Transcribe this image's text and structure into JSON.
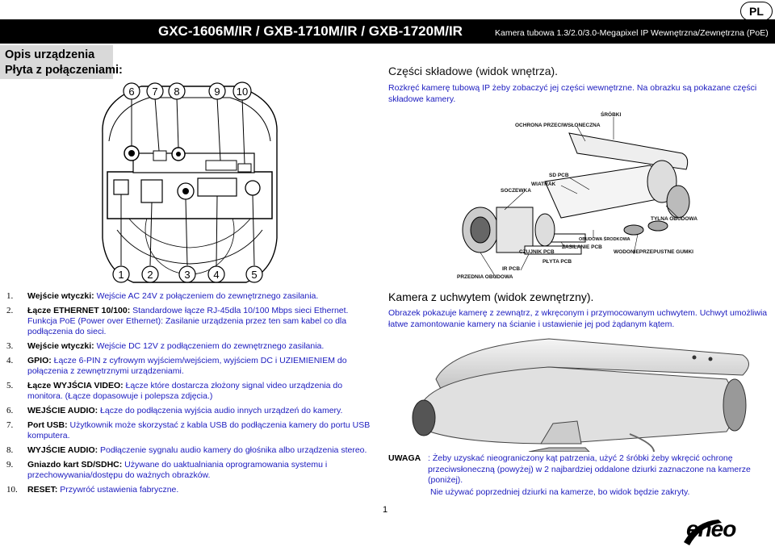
{
  "badge": "PL",
  "header": {
    "title": "GXC-1606M/IR  /  GXB-1710M/IR  /  GXB-1720M/IR",
    "subtitle": "Kamera tubowa 1.3/2.0/3.0-Megapixel IP Wewnętrzna/Zewnętrzna (PoE)"
  },
  "sidebar": {
    "title": "Opis urządzenia",
    "subtitle": "Płyta z połączeniami:"
  },
  "board_numbers_top": [
    "6",
    "7",
    "8",
    "9",
    "10"
  ],
  "board_numbers_bottom": [
    "1",
    "2",
    "3",
    "4",
    "5"
  ],
  "inner": {
    "heading": "Części składowe (widok wnętrza).",
    "desc": "Rozkręć kamerę tubową IP żeby zobaczyć jej części wewnętrzne. Na obrazku są pokazane części składowe kamery."
  },
  "parts": {
    "srobki": "ŚRÓBKI",
    "oslona": "OCHRONA PRZECIWSŁONECZNA",
    "sd_pcb": "SD PCB",
    "wiatrak": "WIATRAK",
    "soczewka": "SOCZEWKA",
    "tylna": "TYLNA OBUDOWA",
    "obudowa_srodkowa": "OBUDOWA ŚRODKOWA",
    "czujnik": "CZUJNIK PCB",
    "zasilanie": "ZASILANIE PCB",
    "wodoodporne": "WODONIEPRZEPUSTNE GUMKI",
    "plyta": "PŁYTA PCB",
    "ir_pcb": "IR PCB",
    "przednia": "PRZEDNIA OBUDOWA"
  },
  "features": [
    {
      "num": "1.",
      "label": "Wejście wtyczki:",
      "text": "  Wejście AC 24V z połączeniem do zewnętrznego zasilania."
    },
    {
      "num": "2.",
      "label": "Łącze ETHERNET 10/100:",
      "text": " Standardowe łącze RJ-45dla 10/100 Mbps sieci Ethernet. Funkcja PoE (Power over Ethernet): Zasilanie urządzenia przez ten sam kabel co dla podłączenia do sieci."
    },
    {
      "num": "3.",
      "label": "Wejście wtyczki:",
      "text": "   Wejście DC 12V z podłączeniem do zewnętrznego zasilania."
    },
    {
      "num": "4.",
      "label": "GPIO:",
      "text": " Łącze 6-PIN z cyfrowym wyjściem/wejściem, wyjściem DC i UZIEMIENIEM do połączenia z zewnętrznymi urządzeniami."
    },
    {
      "num": "5.",
      "label": "Łącze WYJŚCIA VIDEO:",
      "text": " Łącze które dostarcza złożony signal video urządzenia do monitora. (Łącze dopasowuje i polepsza zdjęcia.)"
    },
    {
      "num": "6.",
      "label": "WEJŚCIE AUDIO:",
      "text": " Łącze do podłączenia wyjścia audio innych urządzeń do kamery."
    },
    {
      "num": "7.",
      "label": "Port USB:",
      "text": " Użytkownik może skorzystać z kabla USB do podłączenia kamery do portu USB komputera."
    },
    {
      "num": "8.",
      "label": "WYJŚCIE AUDIO:",
      "text": " Podłączenie sygnalu audio kamery do głośnika albo urządzenia stereo."
    },
    {
      "num": "9.",
      "label": "Gniazdo kart SD/SDHC:",
      "text": " Używane do uaktualniania oprogramowania systemu i przechowywania/dostępu do ważnych obrazków."
    },
    {
      "num": "10.",
      "label": "RESET:",
      "text": " Przywróć ustawienia fabryczne."
    }
  ],
  "outer": {
    "heading": "Kamera z uchwytem (widok zewnętrzny).",
    "desc": "Obrazek pokazuje kamerę z zewnątrz, z wkręconym i przymocowanym uchwytem. Uchwyt umożliwia łatwe zamontowanie kamery na ścianie i ustawienie jej pod żądanym kątem."
  },
  "warning": {
    "label": "UWAGA",
    "text": ": Żeby uzyskać nieograniczony kąt patrzenia, użyć 2 śróbki żeby wkręcić ochronę przeciwsłoneczną (powyżej) w 2 najbardziej oddalone dziurki zaznaczone na kamerze (poniżej).",
    "note": "Nie używać poprzedniej dziurki na kamerze, bo widok będzie zakryty."
  },
  "page_number": "1",
  "logo": "eneo"
}
